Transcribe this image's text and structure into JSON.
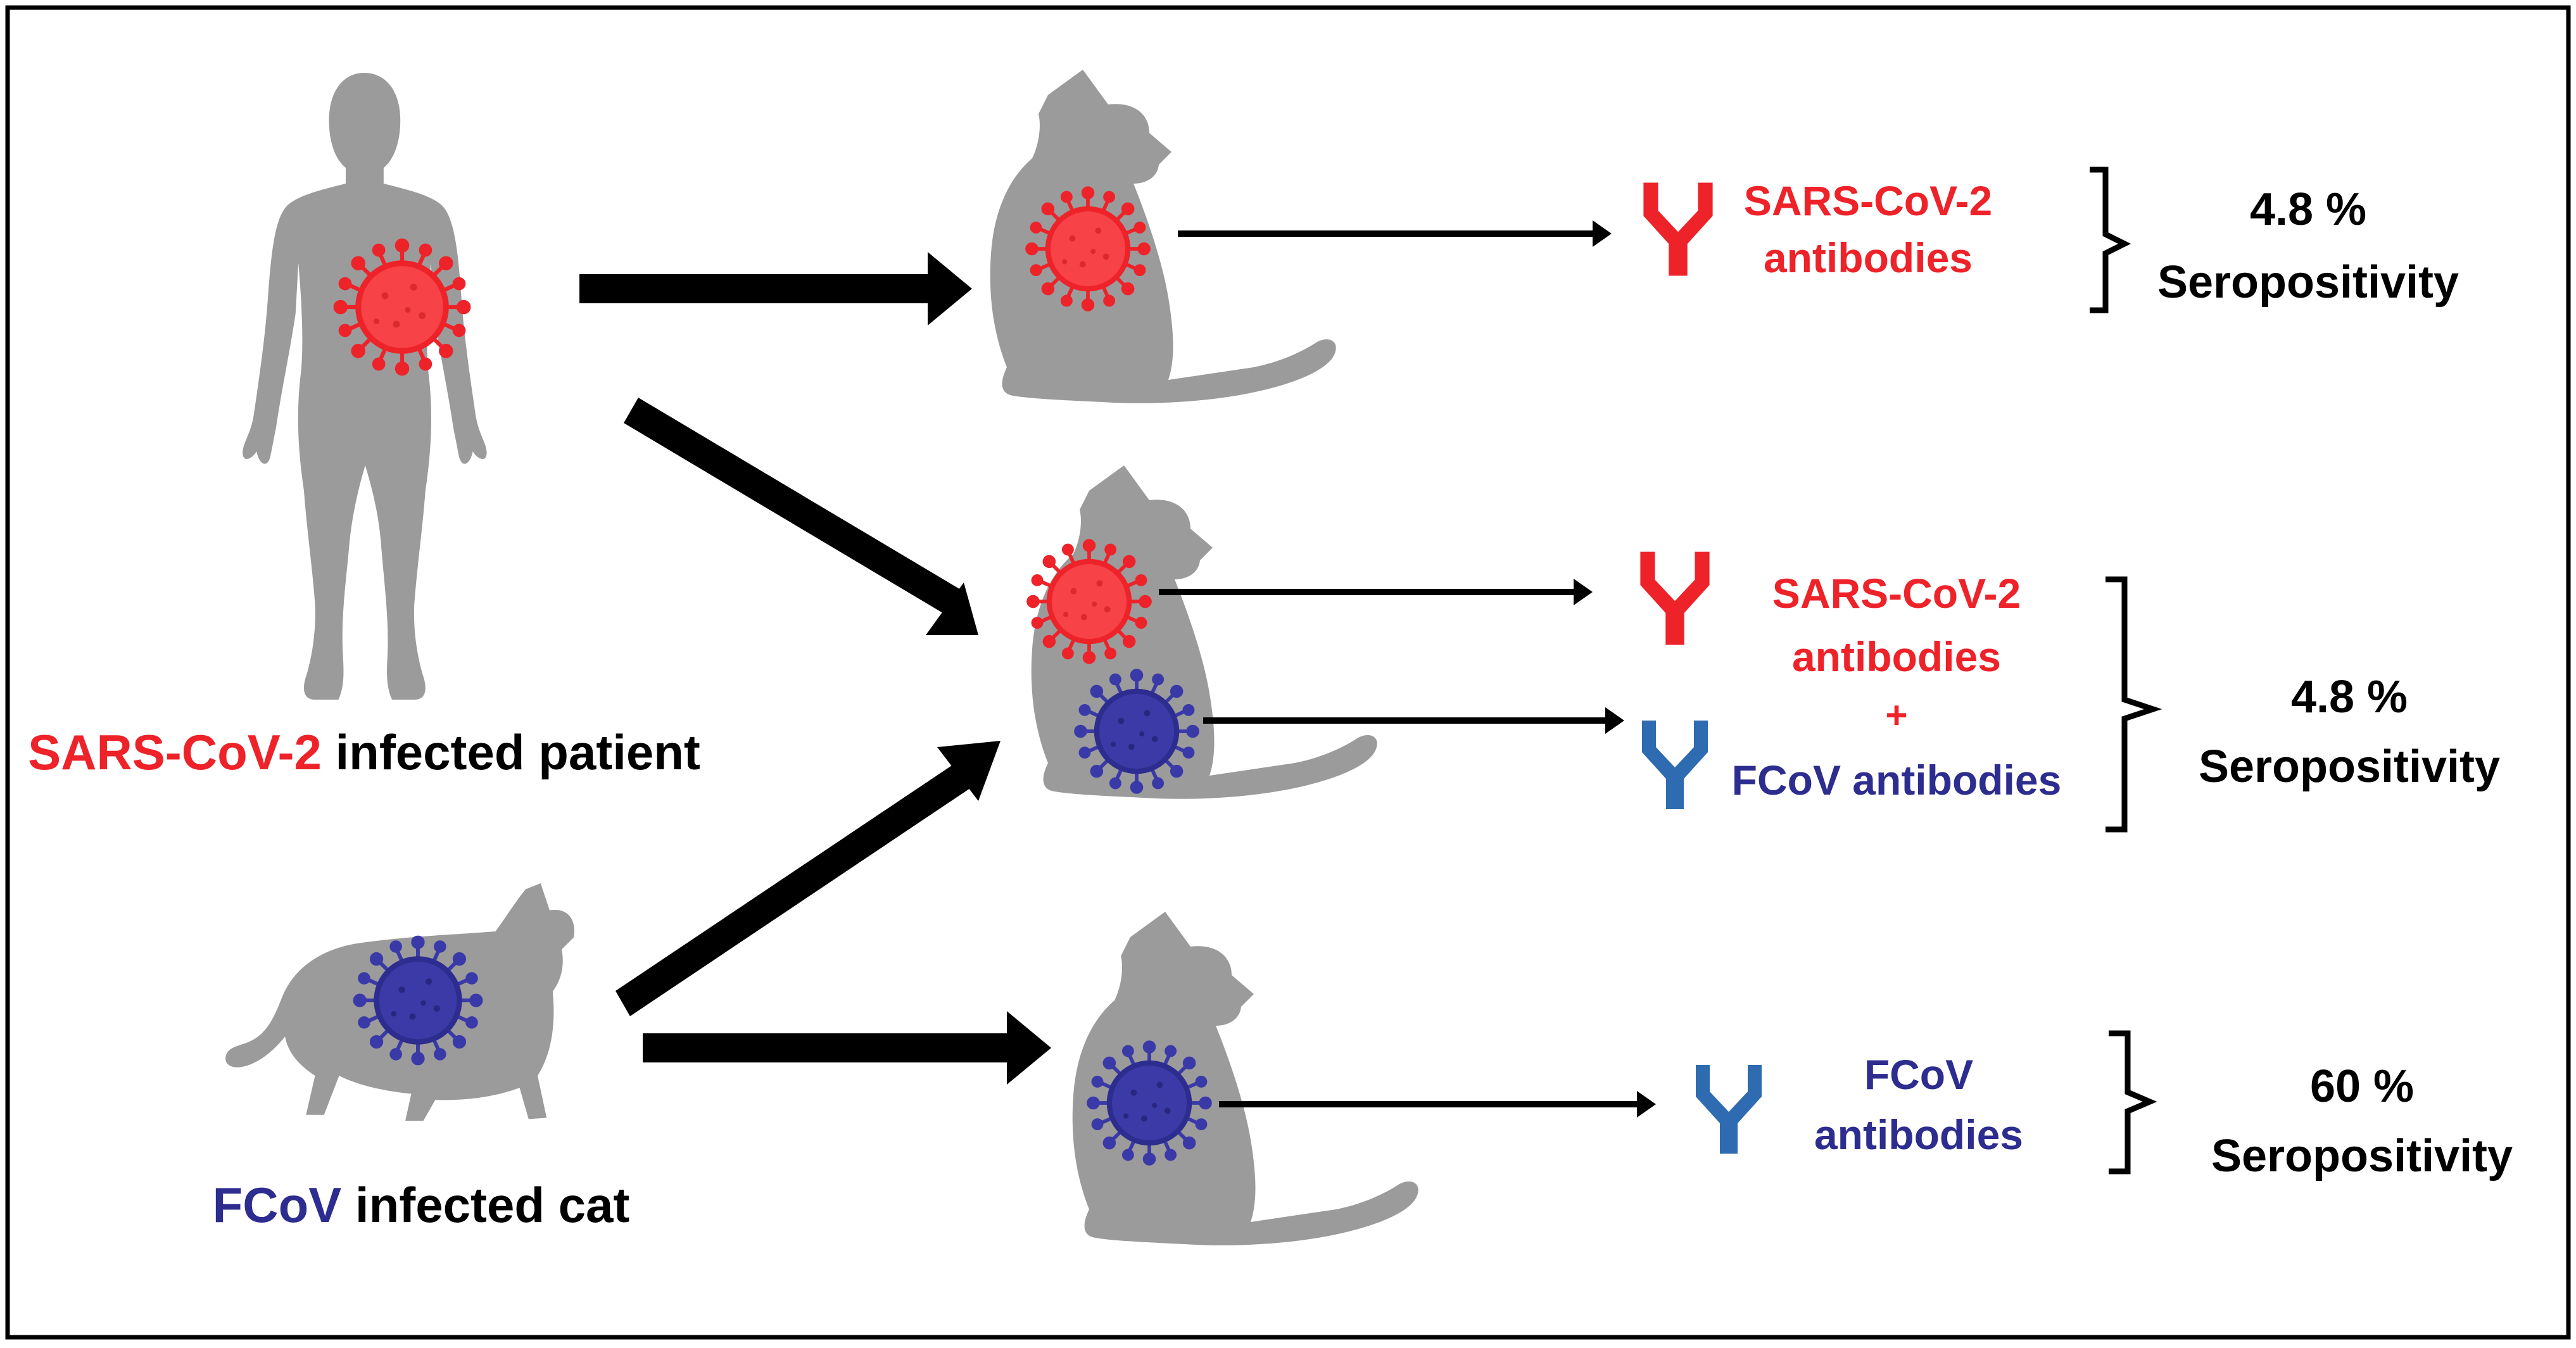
{
  "colors": {
    "sars": "#ee2229",
    "sars_light": "#ff6f72",
    "fcov": "#2d2c8f",
    "fcov_light": "#5a59c2",
    "fcov_antibody": "#2e6bb0",
    "silhouette": "#9b9b9b",
    "arrow": "#000000",
    "text": "#000000"
  },
  "icons": {
    "human": "human-silhouette-icon",
    "cat": "cat-silhouette-icon",
    "virus": "virus-icon",
    "antibody": "antibody-icon"
  },
  "sources": {
    "patient": {
      "highlight": "SARS-CoV-2",
      "rest": " infected patient"
    },
    "cat": {
      "highlight": "FCoV",
      "rest": " infected cat"
    }
  },
  "outcomes": [
    {
      "antibody_lines": [
        "SARS-CoV-2",
        "antibodies"
      ],
      "percent": "4.8 %",
      "label": "Seropositivity"
    },
    {
      "antibody_lines": [
        "SARS-CoV-2",
        "antibodies",
        "+",
        "FCoV antibodies"
      ],
      "percent": "4.8 %",
      "label": "Seropositivity"
    },
    {
      "antibody_lines": [
        "FCoV",
        "antibodies"
      ],
      "percent": "60 %",
      "label": "Seropositivity"
    }
  ]
}
